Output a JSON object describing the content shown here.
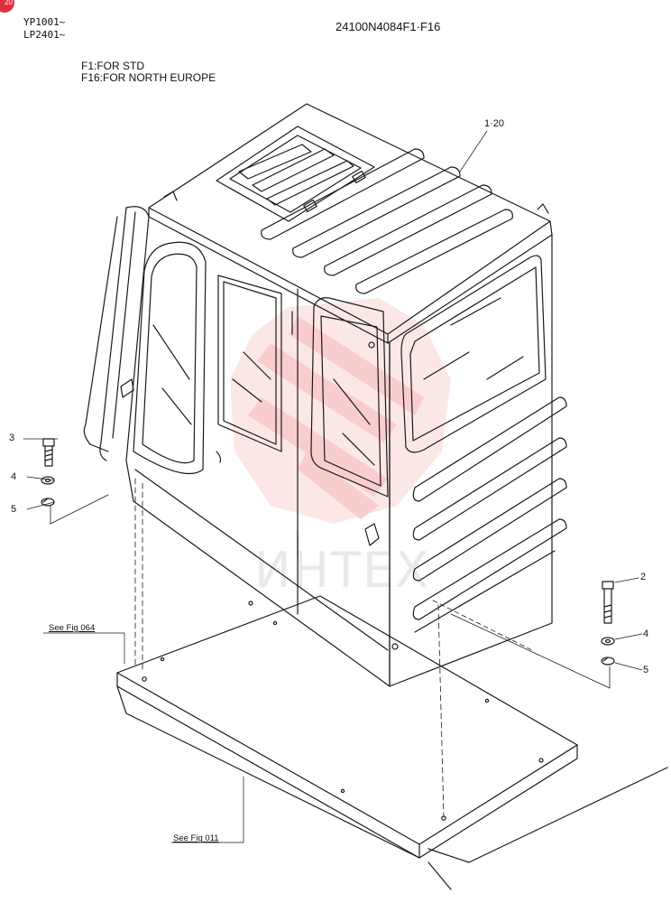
{
  "header": {
    "serial_1": "YP1001~",
    "serial_2": "LP2401~",
    "part_number": "24100N4084F1·F16",
    "note_1": "F1:FOR STD",
    "note_2": "F16:FOR NORTH EUROPE",
    "badge": "20"
  },
  "callouts": {
    "cab": "1·20",
    "bolt_right": "2",
    "bolt_left": "3",
    "washer_left": "4",
    "lockwasher_left": "5",
    "washer_right": "4",
    "lockwasher_right": "5"
  },
  "references": {
    "fig_064": "See Fig 064",
    "fig_011": "See Fig 011"
  },
  "watermark": {
    "text": "ИНТЕХ",
    "logo_color": "#f2a0a0"
  },
  "colors": {
    "line": "#1a1a1a",
    "watermark_red": "#ee8888"
  }
}
